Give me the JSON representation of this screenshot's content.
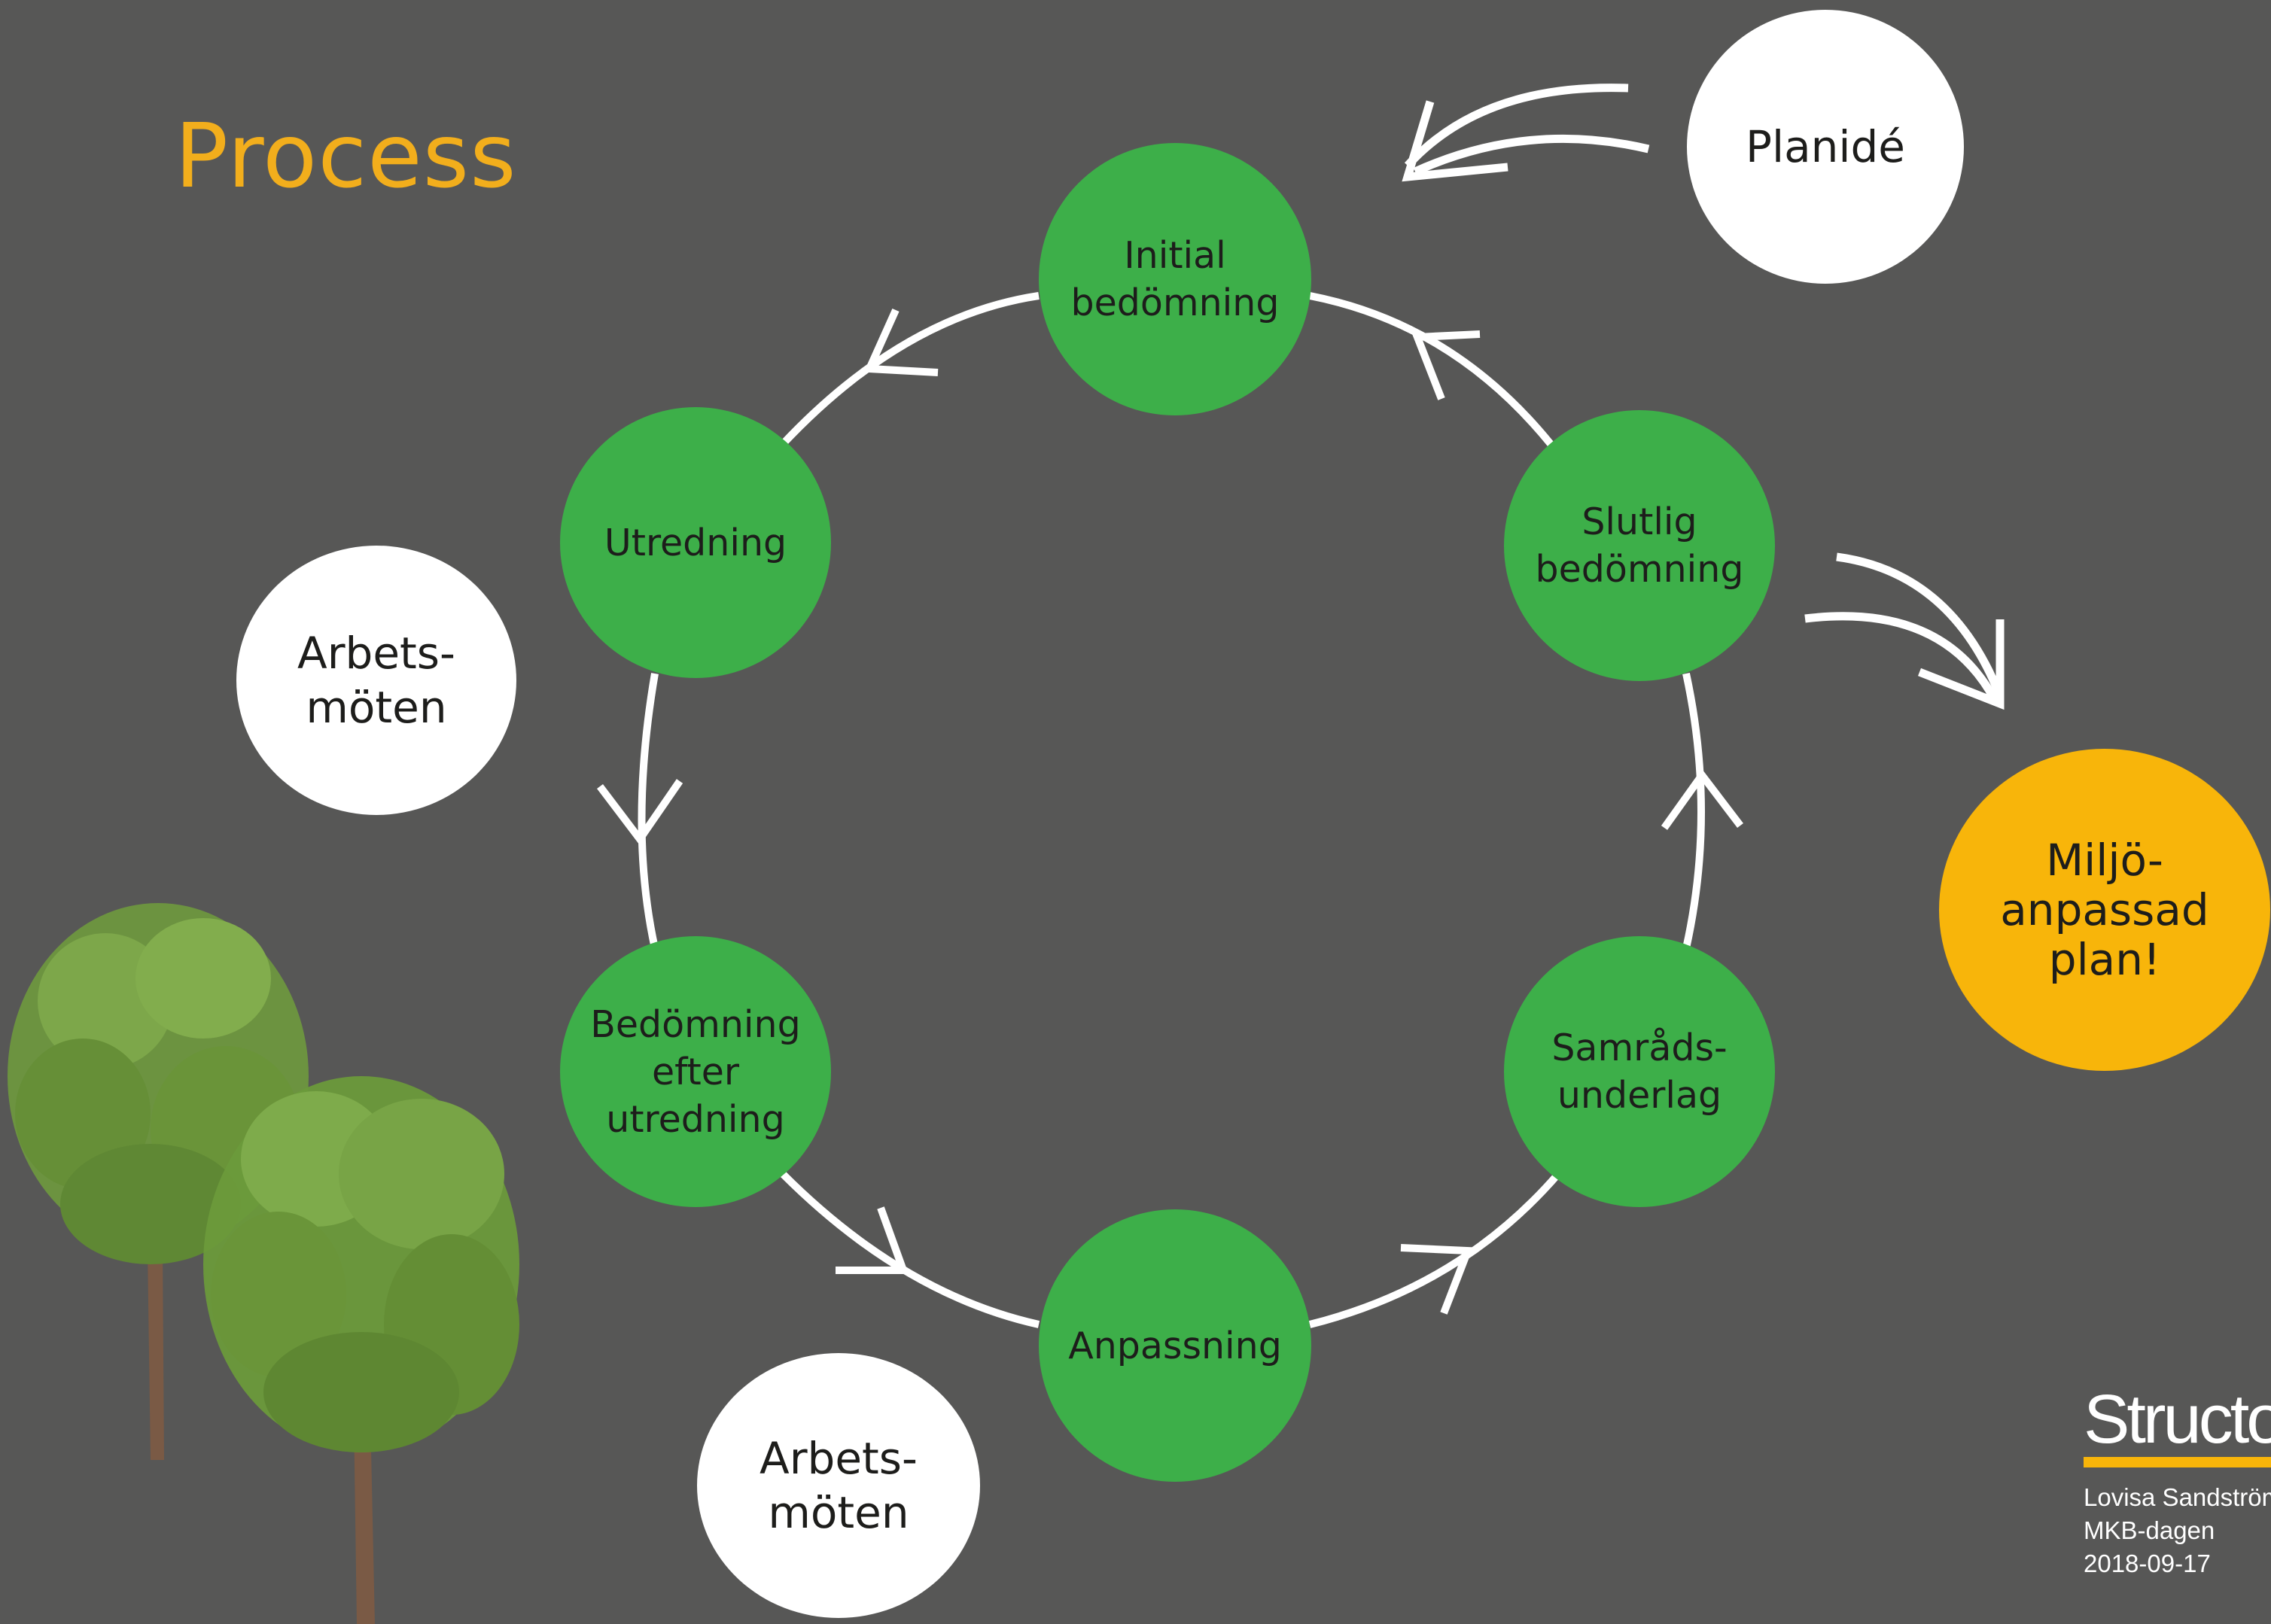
{
  "title": "Process",
  "colors": {
    "background": "#575756",
    "title": "#f2ae1c",
    "green": "#3daf49",
    "yellow": "#f8b50a",
    "white": "#ffffff",
    "text": "#1d1d1b"
  },
  "cycle": [
    {
      "id": "initial",
      "label": "Initial\nbedömning"
    },
    {
      "id": "slutlig",
      "label": "Slutlig\nbedömning"
    },
    {
      "id": "samrad",
      "label": "Samråds-\nunderlag"
    },
    {
      "id": "anpassning",
      "label": "Anpassning"
    },
    {
      "id": "bedomning-efter",
      "label": "Bedömning\nefter\nutredning"
    },
    {
      "id": "utredning",
      "label": "Utredning"
    }
  ],
  "input": {
    "label": "Planidé"
  },
  "output": {
    "label": "Miljö-\nanpassad\nplan!"
  },
  "meetings": [
    {
      "label": "Arbets-\nmöten"
    },
    {
      "label": "Arbets-\nmöten"
    }
  ],
  "footer": {
    "brand": "Structor",
    "author": "Lovisa Sandström",
    "event": "MKB-dagen",
    "date": "2018-09-17"
  }
}
